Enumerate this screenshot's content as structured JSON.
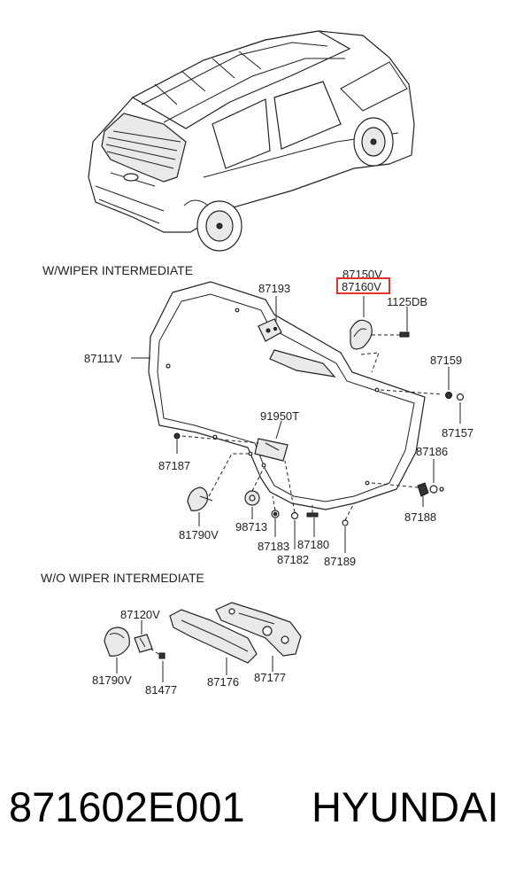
{
  "sections": {
    "with_wiper": "W/WIPER INTERMEDIATE",
    "without_wiper": "W/O WIPER INTERMEDIATE"
  },
  "labels": {
    "p87150V": "87150V",
    "p87160V": "87160V",
    "p87193": "87193",
    "p1125DB": "1125DB",
    "p87111V": "87111V",
    "p87159": "87159",
    "p87157": "87157",
    "p91950T": "91950T",
    "p87186": "87186",
    "p87187": "87187",
    "p87188": "87188",
    "p81790V_a": "81790V",
    "p98713": "98713",
    "p87183": "87183",
    "p87180": "87180",
    "p87182": "87182",
    "p87189": "87189",
    "p87120V": "87120V",
    "p81790V_b": "81790V",
    "p81477": "81477",
    "p87176": "87176",
    "p87177": "87177"
  },
  "highlighted_part": "87160V",
  "highlight_color": "#e0342c",
  "footer": {
    "part_number": "871602E001",
    "brand": "HYUNDAI"
  }
}
